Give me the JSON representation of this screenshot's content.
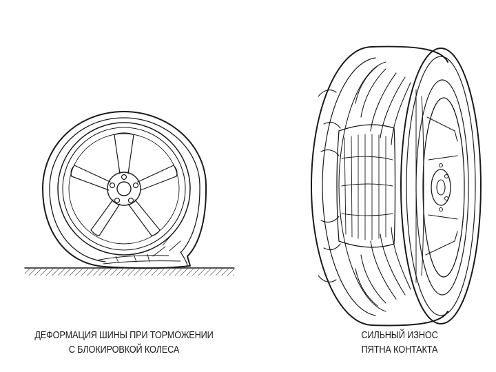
{
  "captions": {
    "left": {
      "line1": "ДЕФОРМАЦИЯ ШИНЫ ПРИ ТОРМОЖЕНИИ",
      "line2": "С БЛОКИРОВКОЙ КОЛЕСА"
    },
    "right": {
      "line1": "СИЛЬНЫЙ ИЗНОС",
      "line2": "ПЯТНА КОНТАКТА"
    }
  },
  "colors": {
    "line": "#1a1a1a",
    "background": "#ffffff"
  },
  "figures": {
    "left": "flattened-tire-wheel-on-ground",
    "right": "worn-tire-three-quarter-view"
  }
}
